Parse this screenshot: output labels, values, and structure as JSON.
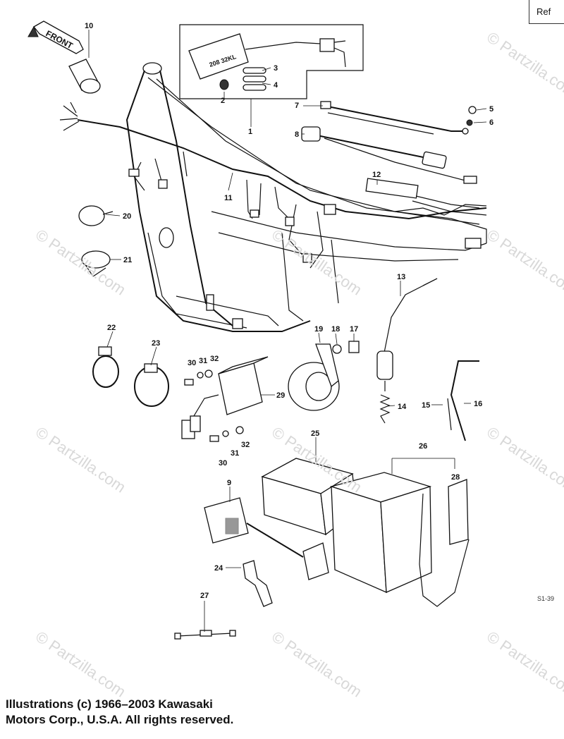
{
  "ref_tab": "Ref",
  "drawing_code": "S1-39",
  "front_label": "FRONT",
  "watermark": "© Partzilla.com",
  "copyright": {
    "line1": "Illustrations (c) 1966–2003 Kawasaki",
    "line2": "Motors Corp., U.S.A.  All rights reserved."
  },
  "callouts": [
    "1",
    "2",
    "3",
    "4",
    "5",
    "6",
    "7",
    "8",
    "9",
    "10",
    "11",
    "12",
    "13",
    "14",
    "15",
    "16",
    "17",
    "18",
    "19",
    "20",
    "21",
    "22",
    "23",
    "24",
    "25",
    "26",
    "27",
    "28",
    "29",
    "30",
    "31",
    "32"
  ]
}
